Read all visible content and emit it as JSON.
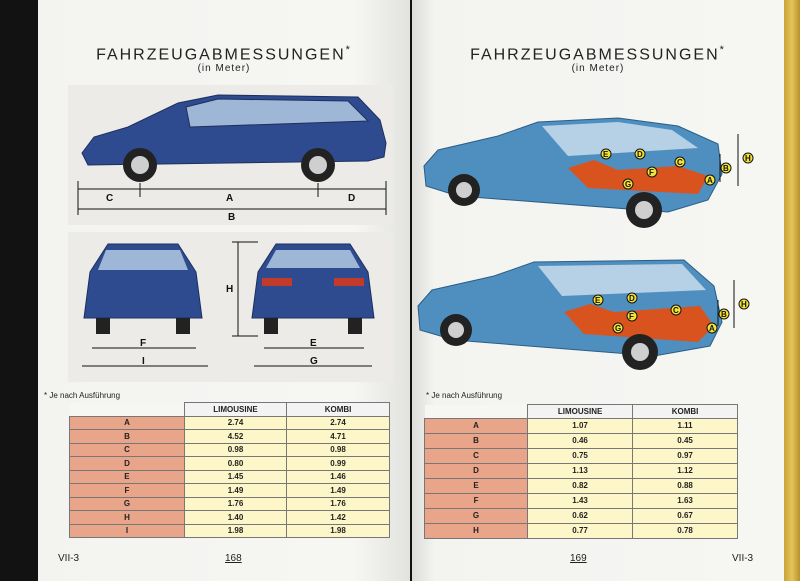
{
  "left_page": {
    "title": "FAHRZEUGABMESSUNGEN",
    "title_mark": "*",
    "subtitle": "(in Meter)",
    "diagram_labels": [
      "A",
      "B",
      "C",
      "D",
      "E",
      "F",
      "G",
      "H",
      "I"
    ],
    "note": "* Je nach Ausführung",
    "table": {
      "headers": [
        "LIMOUSINE",
        "KOMBI"
      ],
      "rows": [
        {
          "key": "A",
          "limousine": "2.74",
          "kombi": "2.74"
        },
        {
          "key": "B",
          "limousine": "4.52",
          "kombi": "4.71"
        },
        {
          "key": "C",
          "limousine": "0.98",
          "kombi": "0.98"
        },
        {
          "key": "D",
          "limousine": "0.80",
          "kombi": "0.99"
        },
        {
          "key": "E",
          "limousine": "1.45",
          "kombi": "1.46"
        },
        {
          "key": "F",
          "limousine": "1.49",
          "kombi": "1.49"
        },
        {
          "key": "G",
          "limousine": "1.76",
          "kombi": "1.76"
        },
        {
          "key": "H",
          "limousine": "1.40",
          "kombi": "1.42"
        },
        {
          "key": "I",
          "limousine": "1.98",
          "kombi": "1.98"
        }
      ]
    },
    "footer_code": "VII-3",
    "page_number": "168"
  },
  "right_page": {
    "title": "FAHRZEUGABMESSUNGEN",
    "title_mark": "*",
    "subtitle": "(in Meter)",
    "diagram_labels": [
      "A",
      "B",
      "C",
      "D",
      "E",
      "F",
      "G",
      "H"
    ],
    "note": "* Je nach Ausführung",
    "table": {
      "headers": [
        "LIMOUSINE",
        "KOMBI"
      ],
      "rows": [
        {
          "key": "A",
          "limousine": "1.07",
          "kombi": "1.11"
        },
        {
          "key": "B",
          "limousine": "0.46",
          "kombi": "0.45"
        },
        {
          "key": "C",
          "limousine": "0.75",
          "kombi": "0.97"
        },
        {
          "key": "D",
          "limousine": "1.13",
          "kombi": "1.12"
        },
        {
          "key": "E",
          "limousine": "0.82",
          "kombi": "0.88"
        },
        {
          "key": "F",
          "limousine": "1.43",
          "kombi": "1.63"
        },
        {
          "key": "G",
          "limousine": "0.62",
          "kombi": "0.67"
        },
        {
          "key": "H",
          "limousine": "0.77",
          "kombi": "0.78"
        }
      ]
    },
    "footer_code": "VII-3",
    "page_number": "169"
  },
  "colors": {
    "car_body": "#2f4b8f",
    "car_body_right": "#4f8fc0",
    "cargo_highlight": "#d9531e",
    "marker_yellow": "#f2e23a",
    "table_key": "#e8a58a",
    "table_value": "#fdf6c8"
  }
}
